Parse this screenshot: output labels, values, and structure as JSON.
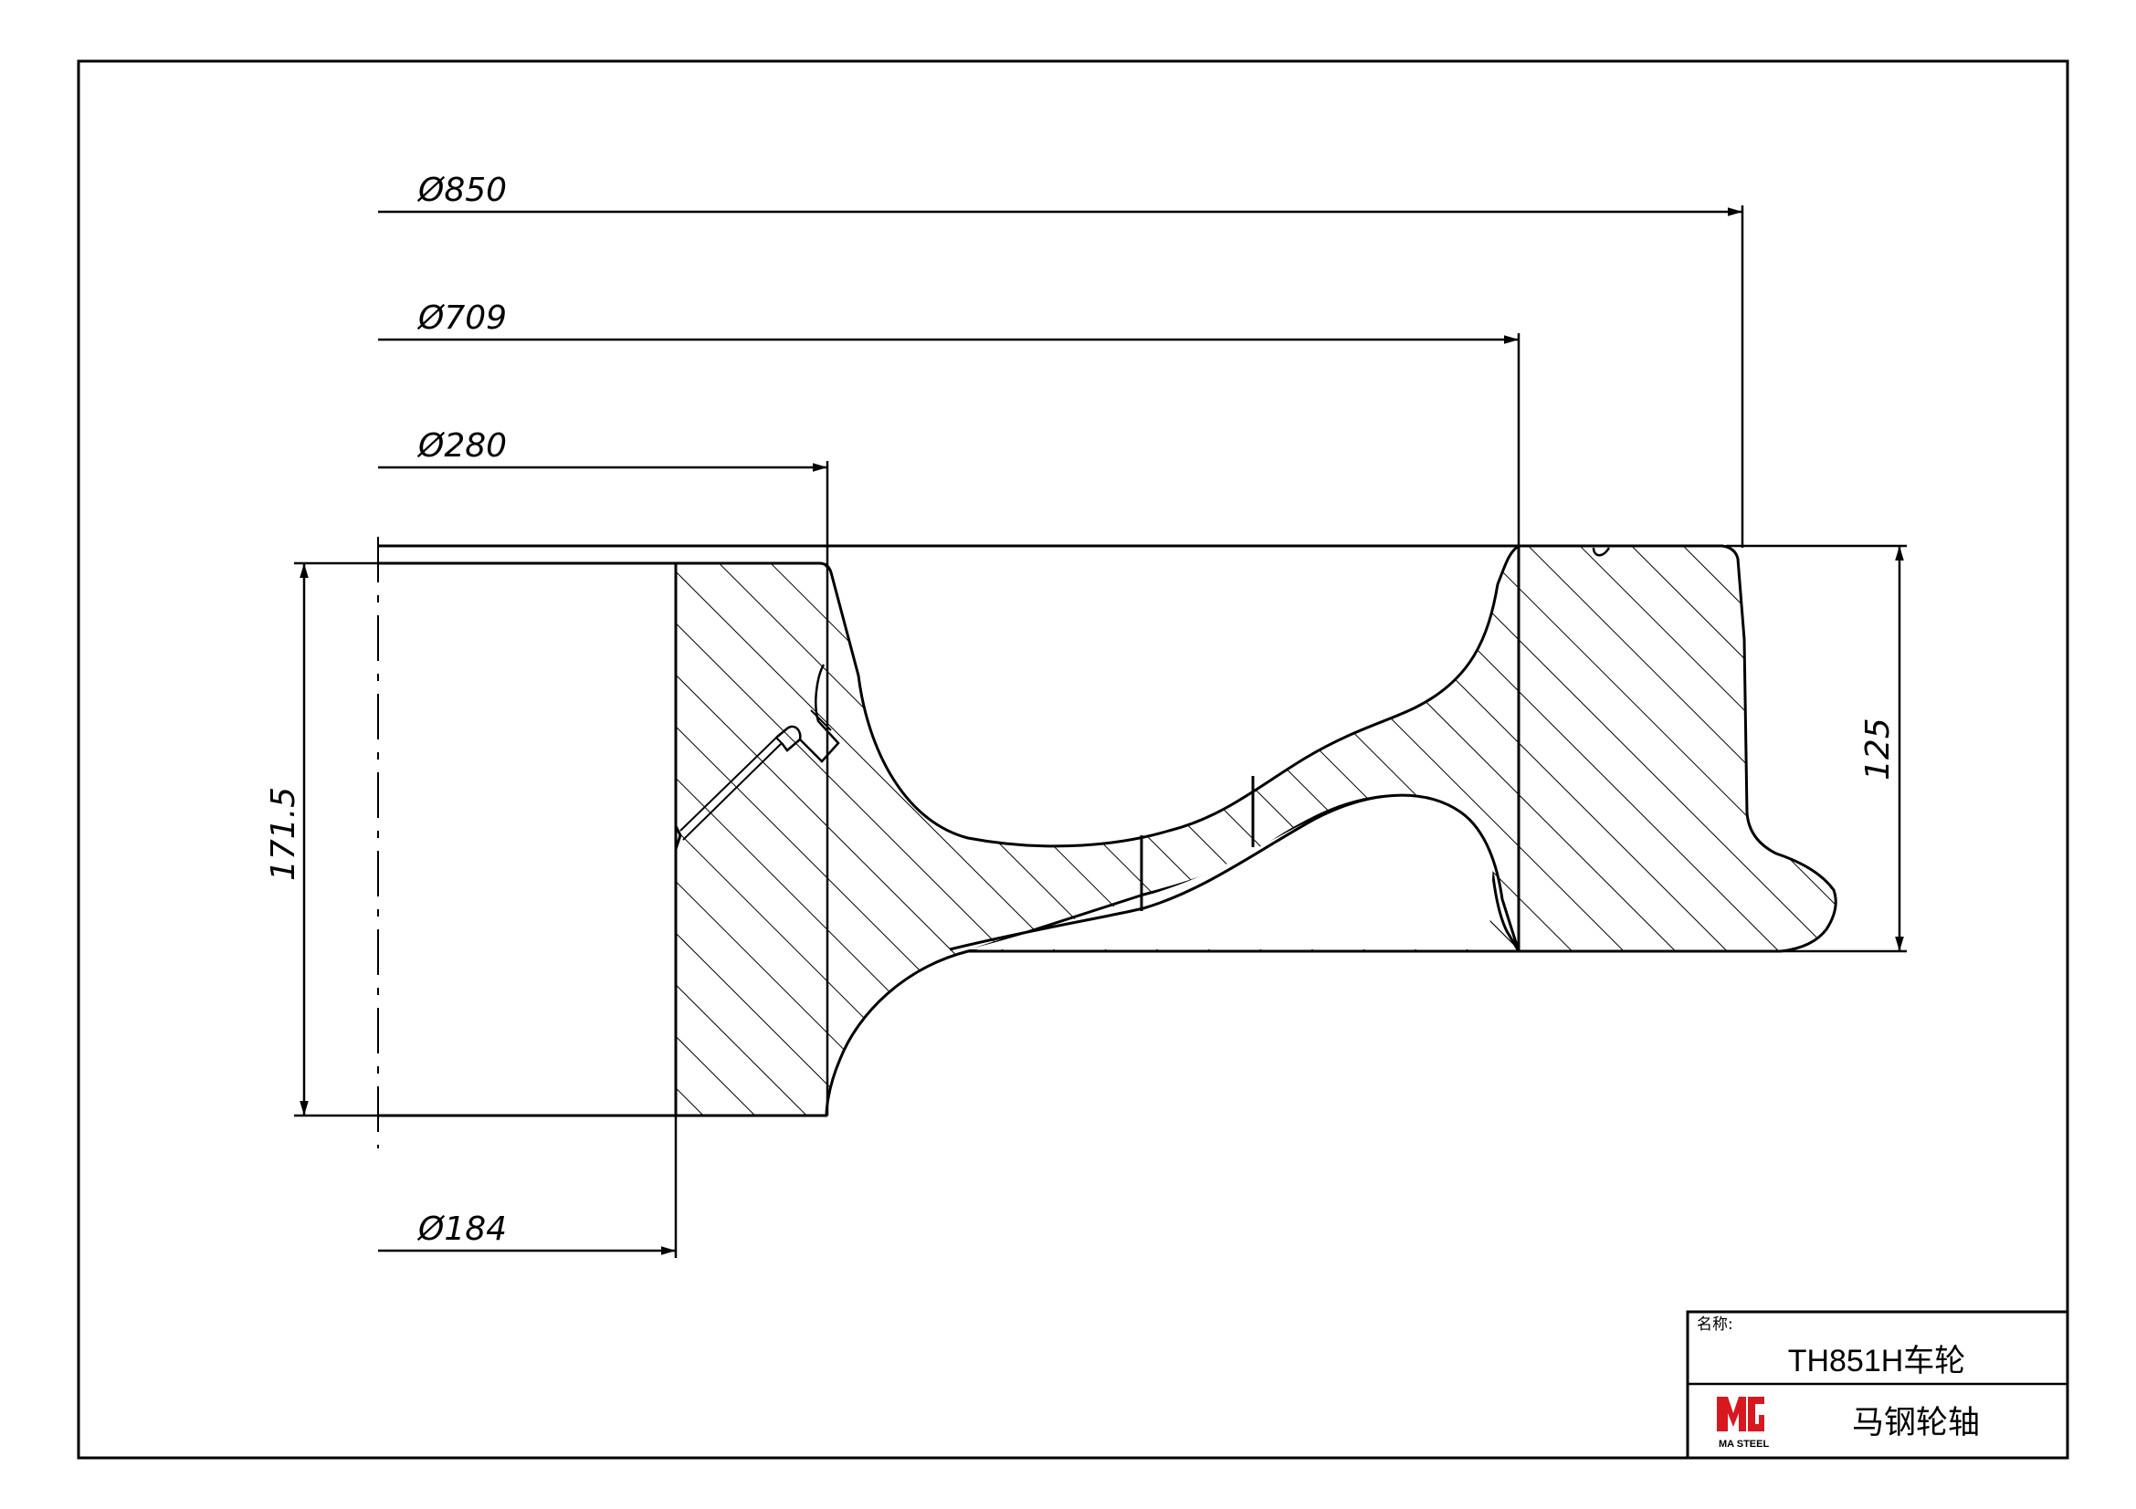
{
  "dimensions": {
    "d850": "Ø850",
    "d709": "Ø709",
    "d280": "Ø280",
    "d184": "Ø184",
    "h171_5": "171.5",
    "h125": "125"
  },
  "title_block": {
    "name_label": "名称:",
    "part_name": "TH851H车轮",
    "company_name": "马钢轮轴",
    "logo_text": "MA STEEL"
  },
  "colors": {
    "line": "#000000",
    "logo_red": "#d7191f",
    "paper": "#ffffff"
  }
}
